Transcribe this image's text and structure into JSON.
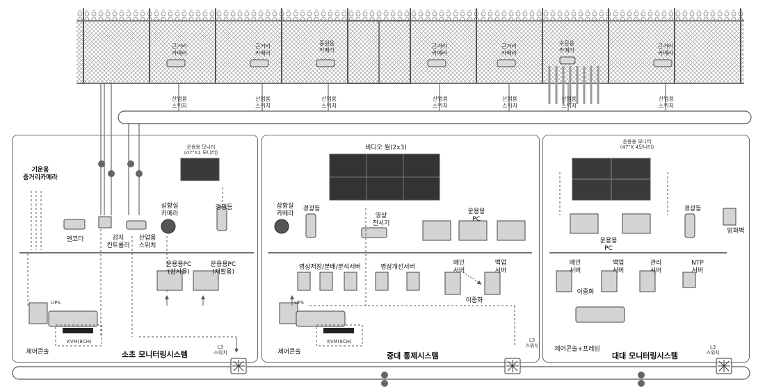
{
  "fence_cameras": [
    {
      "label": "근거리\n카메라"
    },
    {
      "label": "근거리\n카메라"
    },
    {
      "label": "중원용\n카메라"
    },
    {
      "label": "근거리\n카메라"
    },
    {
      "label": "근거리\n카메라"
    },
    {
      "label": "수문용\n카메라"
    },
    {
      "label": "근거리\n카메라"
    }
  ],
  "fence_switch_label": "산업용\n스위치",
  "panels": {
    "left": {
      "title": "소초 모니터링시스템",
      "far_camera": "기운용\n중거리카메라",
      "monitor": "운용용 모니터\n(47\"X1 모니터)",
      "encoder": "엔코더",
      "sensor_controller": "감지\n컨트롤러",
      "ind_switch": "산업용\n스위치",
      "situation_camera": "상황실\n카메라",
      "warning_light": "경광등",
      "pc1": "운용용PC\n(감시용)",
      "pc2": "운용용PC\n(재활용)",
      "ups": "UPS",
      "kvm": "KVM(8CH)",
      "console": "제어콘솔",
      "l3": "L3\n스위치"
    },
    "mid": {
      "title": "중대 통제시스템",
      "video_wall": "비디오 월(2x3)",
      "situation_camera": "상황실\n카메라",
      "warning_light": "경광등",
      "video_display": "영상\n전시기",
      "ops_pc": "운용용\nPC",
      "servers1": "영상저장/분배/분석서버",
      "servers2": "영상개선서버",
      "main_server": "메인\n서버",
      "backup_server": "백업\n서버",
      "redundancy": "이중화",
      "ups": "UPS",
      "kvm": "KVM(8CH)",
      "console": "제어콘솔",
      "l3": "L3\n스위치"
    },
    "right": {
      "title": "대대 모니터링시스템",
      "monitor": "운용용 모니터\n(47\"X 4모니터)",
      "warning_light": "경광등",
      "firewall": "방화벽",
      "ops_pc": "운용용\nPC",
      "main_server": "메인\n서버",
      "backup_server": "백업\n서버",
      "mgmt_server": "관리\n서버",
      "ntp_server": "NTP\n서버",
      "redundancy": "이중화",
      "console": "제어콘솔+프레임",
      "l3": "L3\n스위치"
    }
  },
  "colors": {
    "line": "#555555",
    "panel_border": "#666666",
    "device": "#cfcfcf",
    "screen": "#3a3a3a"
  }
}
